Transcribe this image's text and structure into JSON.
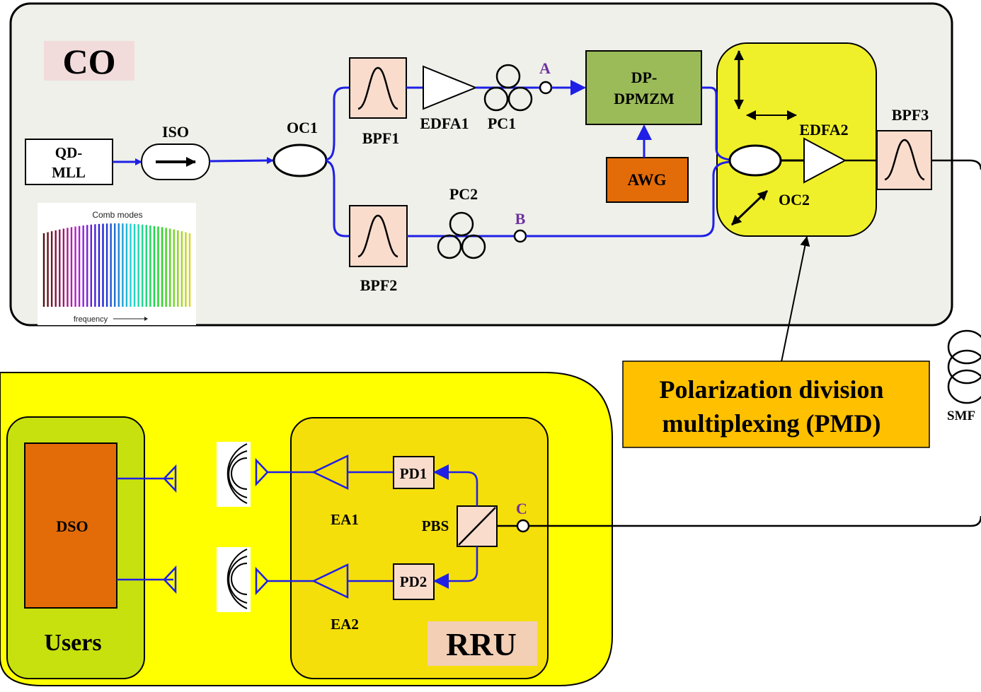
{
  "colors": {
    "fiber_blue": "#1f1fe6",
    "co_bg": "#eef0e9",
    "rf_yellow": "#ffff00",
    "pmd_yellow": "#f0f02a",
    "rru_gold": "#f5df0a",
    "users_green": "#c7e10f",
    "orange": "#e36c09",
    "dpmzm_green": "#9bbb59",
    "pmd_box": "#ffc000",
    "filter_pink": "#f9dccc",
    "label_pink": "#f2dcdb"
  },
  "co": {
    "title": "CO",
    "qd_mll": "QD-\nMLL",
    "iso": "ISO",
    "oc1": "OC1",
    "bpf1": "BPF1",
    "bpf2": "BPF2",
    "edfa1": "EDFA1",
    "pc1": "PC1",
    "pc2": "PC2",
    "point_a": "A",
    "point_b": "B",
    "dpmzm": "DP-\nDPMZM",
    "awg": "AWG",
    "edfa2": "EDFA2",
    "oc2": "OC2",
    "bpf3": "BPF3",
    "comb_title": "Comb modes",
    "comb_axis": "frequency"
  },
  "fiber": {
    "smf": "SMF"
  },
  "callout": {
    "pmd": "Polarization division\nmultiplexing (PMD)"
  },
  "rru": {
    "title": "RRU",
    "pd1": "PD1",
    "pd2": "PD2",
    "pbs": "PBS",
    "ea1": "EA1",
    "ea2": "EA2",
    "point_c": "C"
  },
  "users": {
    "title": "Users",
    "dso": "DSO"
  }
}
